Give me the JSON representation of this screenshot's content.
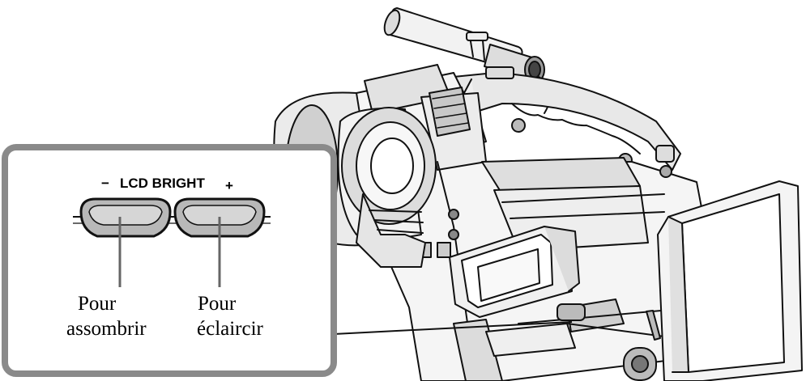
{
  "inset": {
    "minus": "−",
    "label": "LCD BRIGHT",
    "plus": "+",
    "left_caption_line1": "Pour",
    "left_caption_line2": "assombrir",
    "right_caption_line1": "Pour",
    "right_caption_line2": "éclaircir"
  },
  "icons": {
    "camera": "camcorder-icon",
    "lcd_panel": "lcd-panel-icon",
    "button_dark": "lcd-bright-minus-button",
    "button_light": "lcd-bright-plus-button"
  }
}
